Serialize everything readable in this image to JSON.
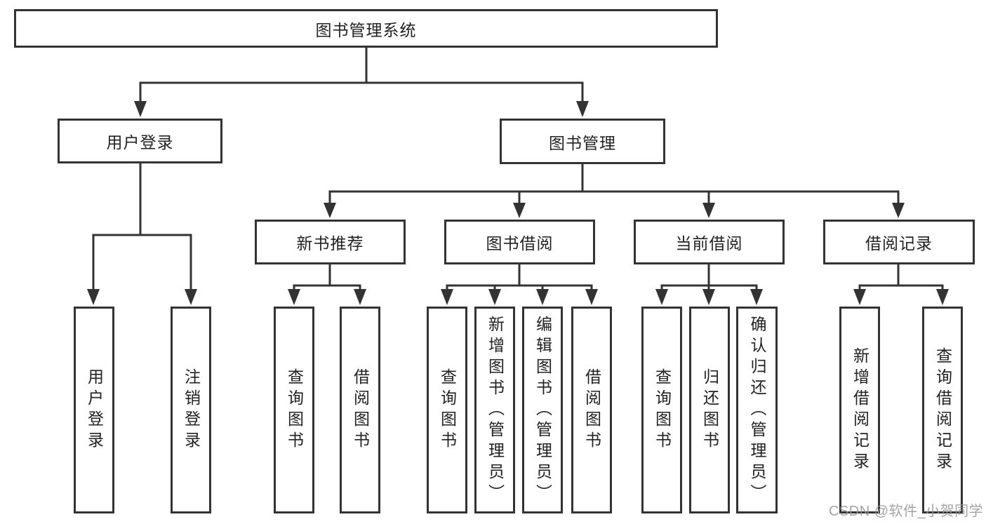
{
  "diagram": {
    "root": {
      "label": "图书管理系统"
    },
    "login": {
      "label": "用户登录",
      "children": [
        {
          "label": "用户登录"
        },
        {
          "label": "注销登录"
        }
      ]
    },
    "mgmt": {
      "label": "图书管理",
      "sections": [
        {
          "label": "新书推荐",
          "children": [
            {
              "label": "查询图书"
            },
            {
              "label": "借阅图书"
            }
          ]
        },
        {
          "label": "图书借阅",
          "children": [
            {
              "label": "查询图书"
            },
            {
              "label": "新增图书（管理员）"
            },
            {
              "label": "编辑图书（管理员）"
            },
            {
              "label": "借阅图书"
            }
          ]
        },
        {
          "label": "当前借阅",
          "children": [
            {
              "label": "查询图书"
            },
            {
              "label": "归还图书"
            },
            {
              "label": "确认归还（管理员）"
            }
          ]
        },
        {
          "label": "借阅记录",
          "children": [
            {
              "label": "新增借阅记录"
            },
            {
              "label": "查询借阅记录"
            }
          ]
        }
      ]
    }
  },
  "watermark": {
    "text": "CSDN @软件_小贺同学"
  },
  "colors": {
    "line": "#333333",
    "box_border": "#333333",
    "text": "#222222",
    "background": "#ffffff",
    "watermark": "#969696"
  }
}
